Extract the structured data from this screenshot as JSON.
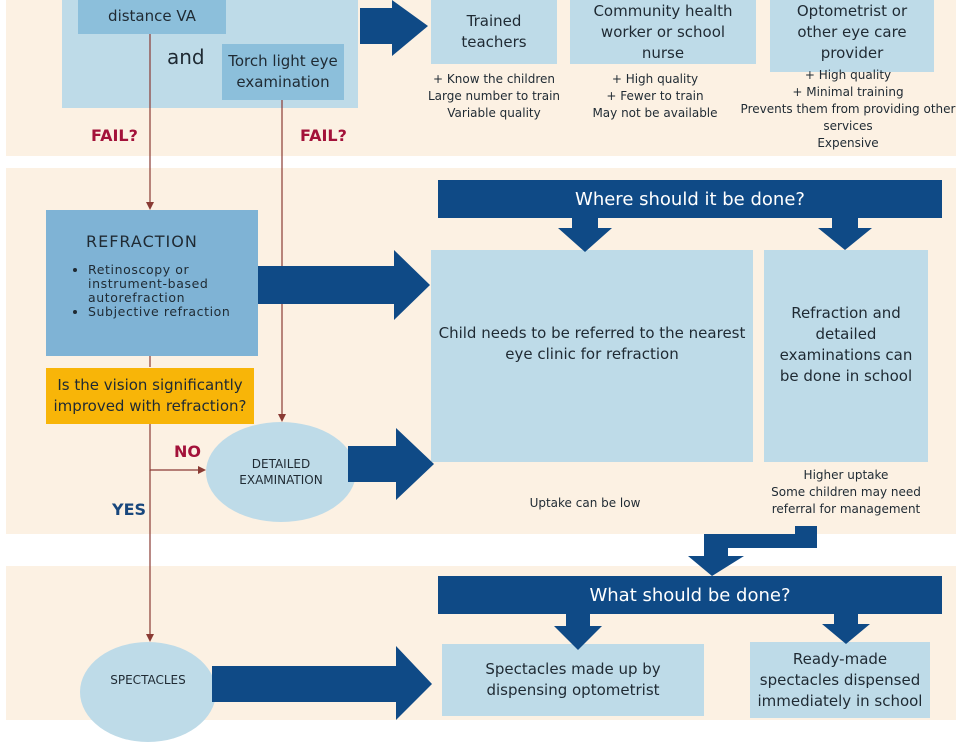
{
  "screening": {
    "monocular_va": "Monocular distance VA",
    "and_label": "and",
    "torch_exam": "Torch light eye examination",
    "fail_left": "FAIL?",
    "fail_right": "FAIL?"
  },
  "screeners": [
    {
      "title": "Trained teachers",
      "notes": [
        "+ Know the children",
        "Large number to train",
        "Variable quality"
      ]
    },
    {
      "title": "Community health worker or school nurse",
      "notes": [
        "+ High quality",
        "+ Fewer to train",
        "May not be available"
      ]
    },
    {
      "title": "Optometrist or other eye care provider",
      "notes": [
        "+ High quality",
        "+ Minimal training",
        "Prevents them from providing other services",
        "Expensive"
      ]
    }
  ],
  "refraction": {
    "title": "REFRACTION",
    "items": [
      "Retinoscopy or instrument-based autorefraction",
      "Subjective refraction"
    ],
    "question": "Is the vision significantly improved with refraction?",
    "no_label": "NO",
    "yes_label": "YES",
    "detailed_exam": "DETAILED EXAMINATION"
  },
  "where": {
    "banner": "Where should it be done?",
    "clinic_box": "Child needs to be referred to the nearest eye clinic for refraction",
    "clinic_note": "Uptake can be low",
    "school_box": "Refraction and detailed examinations can be done in school",
    "school_notes": [
      "Higher uptake",
      "Some children may need referral for management"
    ]
  },
  "what": {
    "banner": "What should be done?",
    "spectacles": "SPECTACLES",
    "made_up": "Spectacles made up by dispensing optometrist",
    "ready_made": "Ready-made spectacles dispensed immediately in school"
  },
  "colors": {
    "band": "#fcf1e3",
    "light_blue": "#bedbe8",
    "mid_blue": "#8cbfdb",
    "dark_blue": "#0f4a86",
    "question_yellow": "#f8b508",
    "fail_red": "#a3123a",
    "yes_blue": "#18477d"
  }
}
